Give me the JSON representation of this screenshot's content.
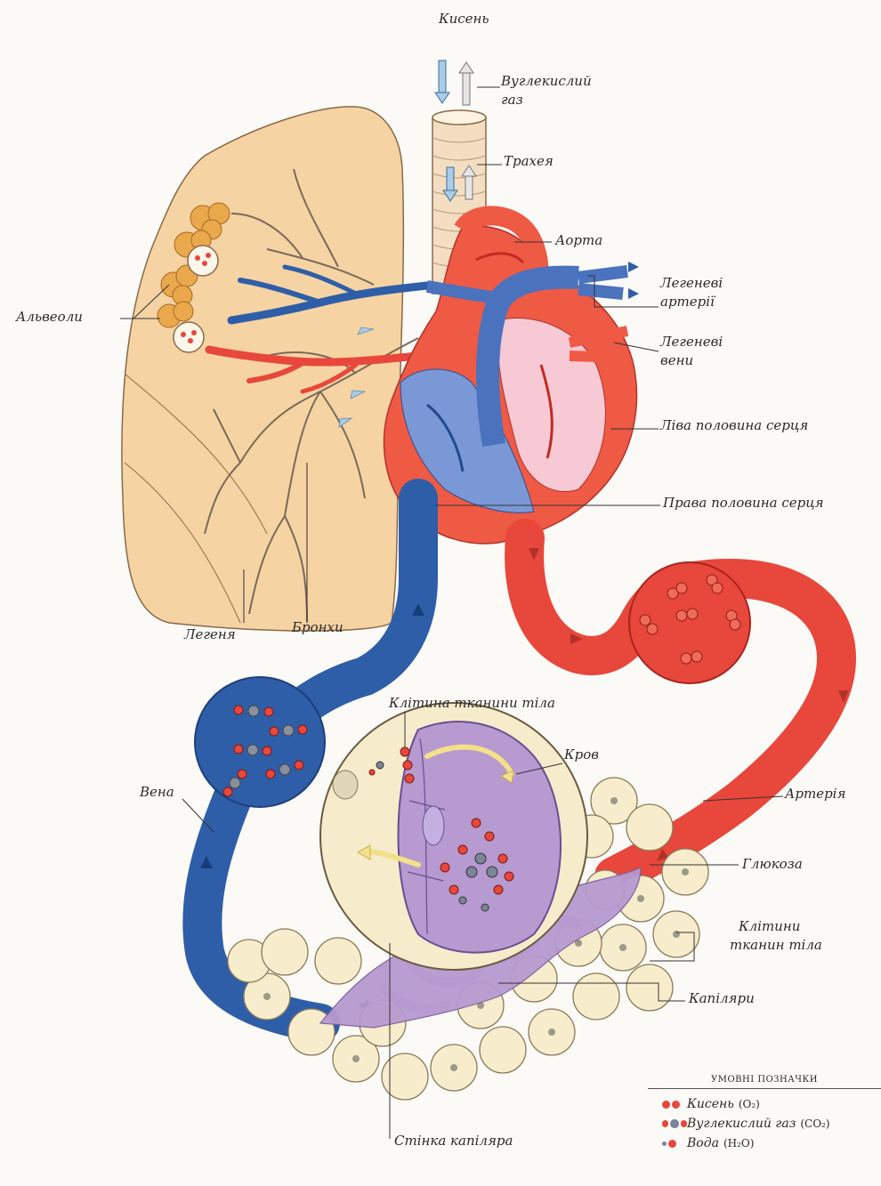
{
  "labels": {
    "oxygen_top": "Кисень",
    "co2_top_1": "Вуглекислий",
    "co2_top_2": "газ",
    "trachea": "Трахея",
    "aorta": "Аорта",
    "pulm_arteries_1": "Легеневі",
    "pulm_arteries_2": "артерії",
    "pulm_veins_1": "Легеневі",
    "pulm_veins_2": "вени",
    "left_heart": "Ліва половина серця",
    "right_heart": "Права половина серця",
    "alveoli": "Альвеоли",
    "lung": "Легеня",
    "bronchi": "Бронхи",
    "body_cell": "Клітина тканини тіла",
    "blood": "Кров",
    "vein": "Вена",
    "artery": "Артерія",
    "glucose": "Глюкоза",
    "tissue_cells_1": "Клітини",
    "tissue_cells_2": "тканин тіла",
    "capillaries": "Капіляри",
    "capillary_wall": "Стінка капіляра"
  },
  "legend": {
    "title": "УМОВНІ ПОЗНАЧКИ",
    "items": [
      {
        "name": "Кисень",
        "formula": "(O₂)"
      },
      {
        "name": "Вуглекислий газ",
        "formula": "(CO₂)"
      },
      {
        "name": "Вода",
        "formula": "(H₂O)"
      }
    ]
  },
  "colors": {
    "oxygenated": "#e8473b",
    "deoxygenated": "#2f5ea8",
    "lung": "#f6d3a3",
    "capillary": "#b69ad0",
    "tissue": "#f7eccb",
    "co2_grey": "#7c8597"
  }
}
